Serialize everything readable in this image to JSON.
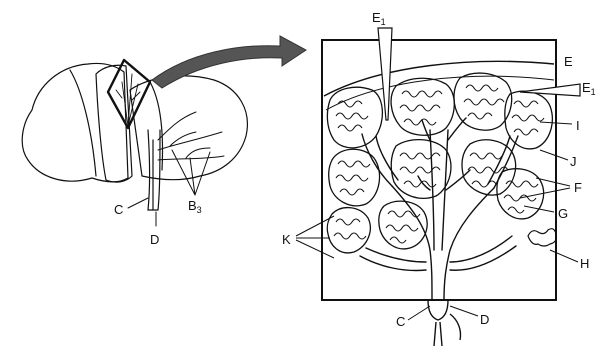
{
  "figure": {
    "labels": {
      "E1_top": "E",
      "E1_top_sub": "1",
      "E": "E",
      "E1_right": "E",
      "E1_right_sub": "1",
      "I": "I",
      "J": "J",
      "F": "F",
      "G": "G",
      "H": "H",
      "K": "K",
      "C_inset": "C",
      "D_inset": "D",
      "C_left": "C",
      "D_left": "D",
      "B3": "B",
      "B3_sub": "3"
    },
    "colors": {
      "ink": "#111111",
      "arrow": "#555555",
      "background": "#ffffff"
    }
  }
}
